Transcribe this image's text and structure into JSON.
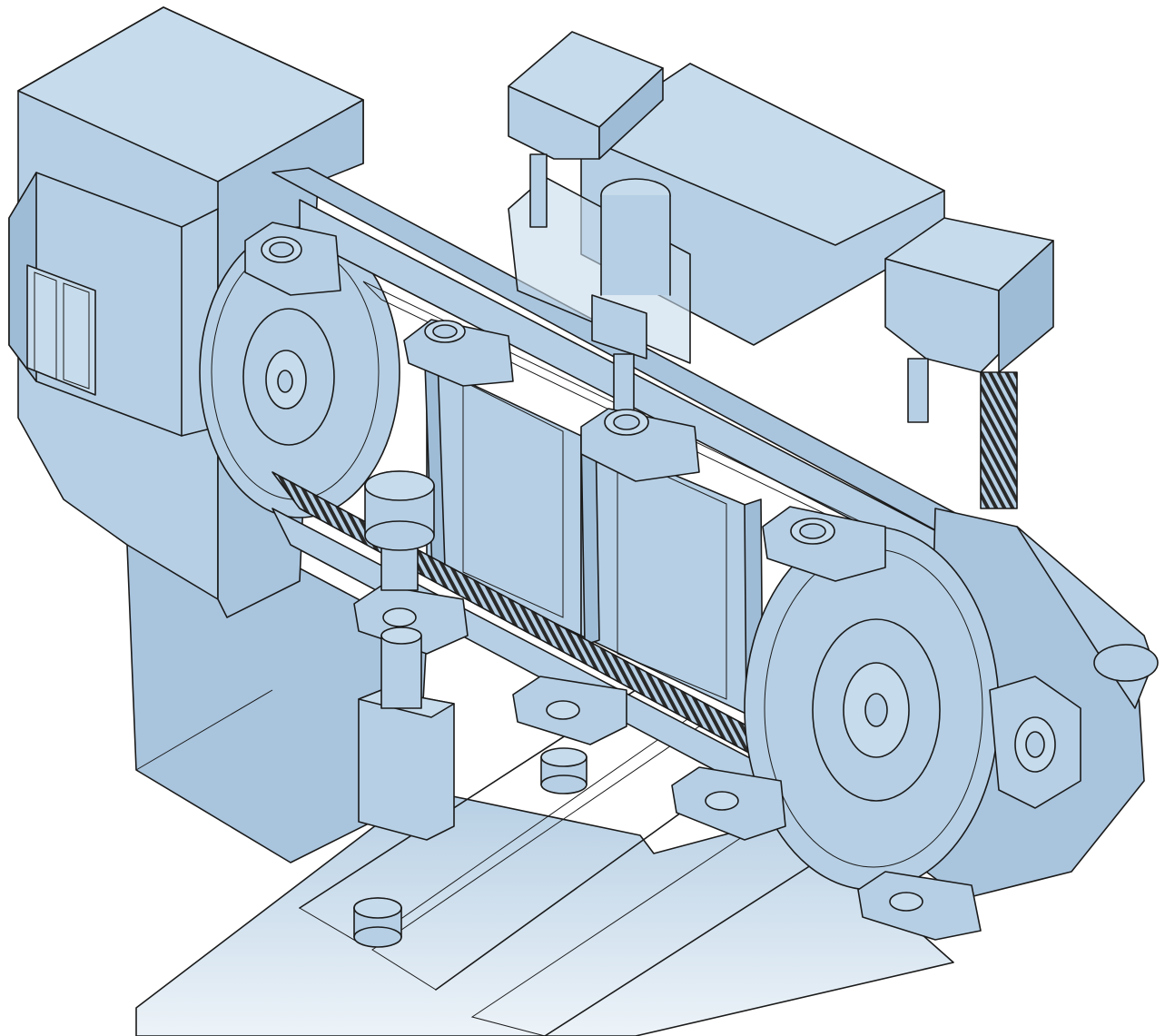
{
  "colors": {
    "body": "#b6cfe4",
    "body_light": "#c6dbeb",
    "body_dark": "#9fbcd6",
    "line": "#1a1a1a",
    "background": "#ffffff"
  },
  "components": [
    {
      "name": "electronics-cabinet",
      "icon": "cabinet-icon"
    },
    {
      "name": "drive-wheel-left",
      "icon": "wheel-icon"
    },
    {
      "name": "drive-wheel-right",
      "icon": "wheel-icon"
    },
    {
      "name": "conveyor-belt-track",
      "icon": "track-icon"
    },
    {
      "name": "gripper-carriers",
      "icon": "carrier-icon"
    },
    {
      "name": "dispensing-head",
      "icon": "head-icon"
    },
    {
      "name": "inspection-cameras",
      "icon": "camera-icon"
    },
    {
      "name": "cup-conveyor-lanes",
      "icon": "lane-icon"
    }
  ]
}
